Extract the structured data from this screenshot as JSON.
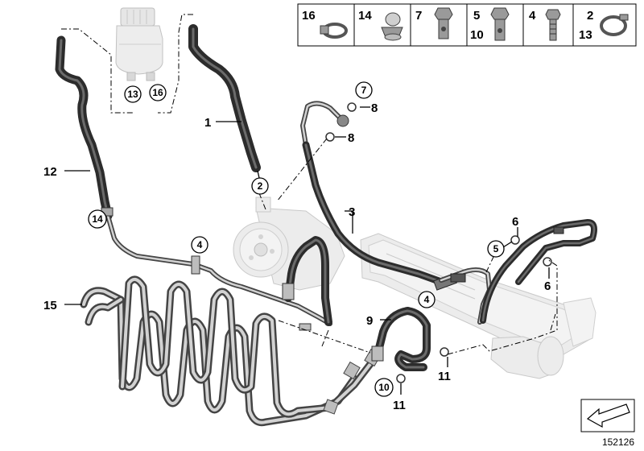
{
  "diagram_number": "152126",
  "key": [
    {
      "id": "key-16",
      "numbers": [
        "16"
      ]
    },
    {
      "id": "key-14",
      "numbers": [
        "14"
      ]
    },
    {
      "id": "key-7",
      "numbers": [
        "7"
      ]
    },
    {
      "id": "key-5-10",
      "numbers": [
        "5",
        "10"
      ]
    },
    {
      "id": "key-4",
      "numbers": [
        "4"
      ]
    },
    {
      "id": "key-2-13",
      "numbers": [
        "2",
        "13"
      ]
    }
  ],
  "callouts": {
    "c1": "1",
    "c3": "3",
    "c6a": "6",
    "c6b": "6",
    "c8a": "8",
    "c8b": "8",
    "c9": "9",
    "c11a": "11",
    "c11b": "11",
    "c12": "12",
    "c15": "15"
  },
  "circle_callouts": {
    "cc13": "13",
    "cc16": "16",
    "cc2": "2",
    "cc14": "14",
    "cc4a": "4",
    "cc4b": "4",
    "cc7": "7",
    "cc5": "5",
    "cc10": "10"
  }
}
